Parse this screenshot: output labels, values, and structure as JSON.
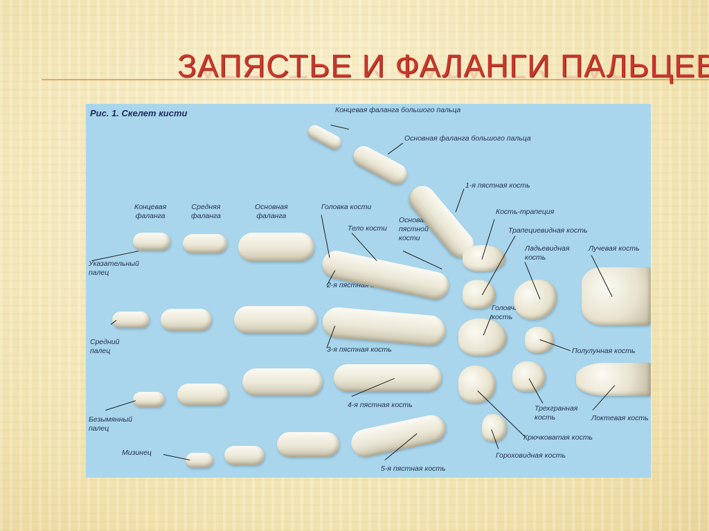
{
  "slide": {
    "title": "ЗАПЯСТЬЕ И ФАЛАНГИ ПАЛЬЦЕВ"
  },
  "figure": {
    "caption": "Рис. 1. Скелет кисти",
    "column_headers": {
      "distal": "Концевая\nфаланга",
      "middle": "Средняя\nфаланга",
      "proximal": "Основная\nфаланга"
    },
    "fingers": {
      "index": "Указательный\nпалец",
      "middle": "Средний\nпалец",
      "ring": "Безымянный\nпалец",
      "little": "Мизинец"
    },
    "thumb": {
      "distal": "Концевая фаланга большого пальца",
      "proximal": "Основная фаланга большого пальца",
      "metacarpal": "1-я пястная кость"
    },
    "metacarpal_parts": {
      "head": "Головка кости",
      "body": "Тело кости",
      "base": "Основание\nпястной\nкости"
    },
    "metacarpals": {
      "second": "2-я пястная кость",
      "third": "3-я пястная кость",
      "fourth": "4-я пястная кость",
      "fifth": "5-я пястная кость"
    },
    "carpals": {
      "trapezium": "Кость-трапеция",
      "trapezoid": "Трапециевидная кость",
      "scaphoid": "Ладьевидная\nкость",
      "radius": "Лучевая кость",
      "capitate": "Головчатая\nкость",
      "lunate": "Полулунная кость",
      "triquetrum": "Трехгранная\nкость",
      "ulna": "Локтевая кость",
      "hamate": "Крючковатая кость",
      "pisiform": "Гороховидная кость"
    }
  }
}
